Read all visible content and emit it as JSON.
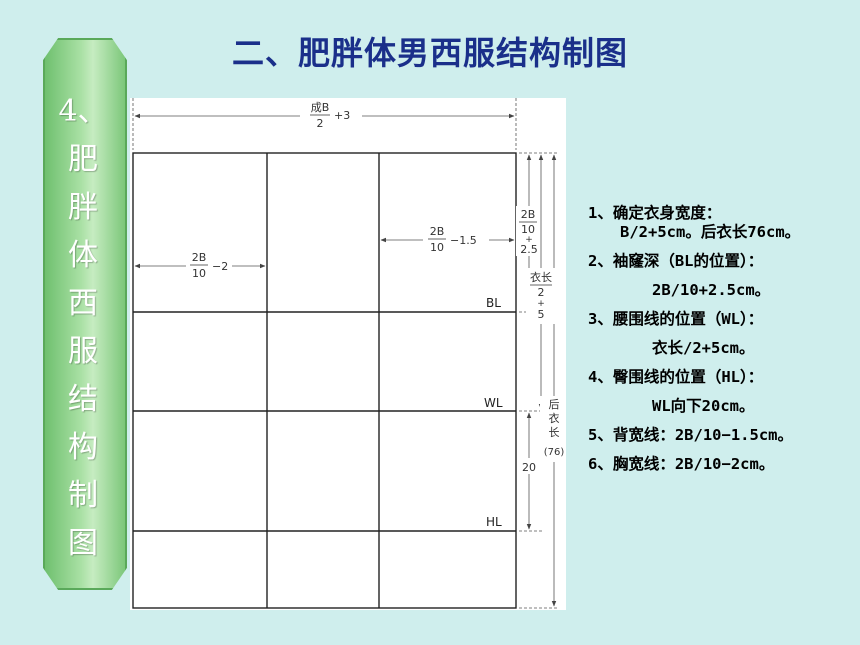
{
  "title": "二、肥胖体男西服结构制图",
  "side_tab": {
    "chars": [
      "4、",
      "肥",
      "胖",
      "体",
      "西",
      "服",
      "结",
      "构",
      "制",
      "图"
    ]
  },
  "diagram": {
    "top_dim": {
      "num": "成B",
      "den": "2",
      "suffix": "+3"
    },
    "chest_width": {
      "num": "2B",
      "den": "10",
      "suffix": "−2"
    },
    "back_width": {
      "num": "2B",
      "den": "10",
      "suffix": "−1.5"
    },
    "armhole_depth": {
      "num": "2B",
      "den": "10",
      "plus": "+",
      "val": "2.5"
    },
    "waist_depth": {
      "num": "衣长",
      "den": "2",
      "plus": "+",
      "val": "5"
    },
    "hip_offset": "20",
    "length": {
      "l1": "后",
      "l2": "衣",
      "l3": "长",
      "l4": "(76)"
    },
    "labels": {
      "bl": "BL",
      "wl": "WL",
      "hl": "HL"
    }
  },
  "notes": {
    "n1a": "1、确定衣身宽度：",
    "n1b": "B/2+5cm。后衣长76cm。",
    "n2a": "2、袖窿深（BL的位置）：",
    "n2b": "2B/10+2.5cm。",
    "n3a": "3、腰围线的位置（WL）：",
    "n3b": "衣长/2+5cm。",
    "n4a": "4、臀围线的位置（HL）：",
    "n4b": "WL向下20cm。",
    "n5": "5、背宽线：2B/10−1.5cm。",
    "n6": "6、胸宽线：2B/10−2cm。"
  },
  "colors": {
    "title": "#1a2f8a",
    "background": "#cfeeed",
    "tab": "#a9e0a4"
  }
}
